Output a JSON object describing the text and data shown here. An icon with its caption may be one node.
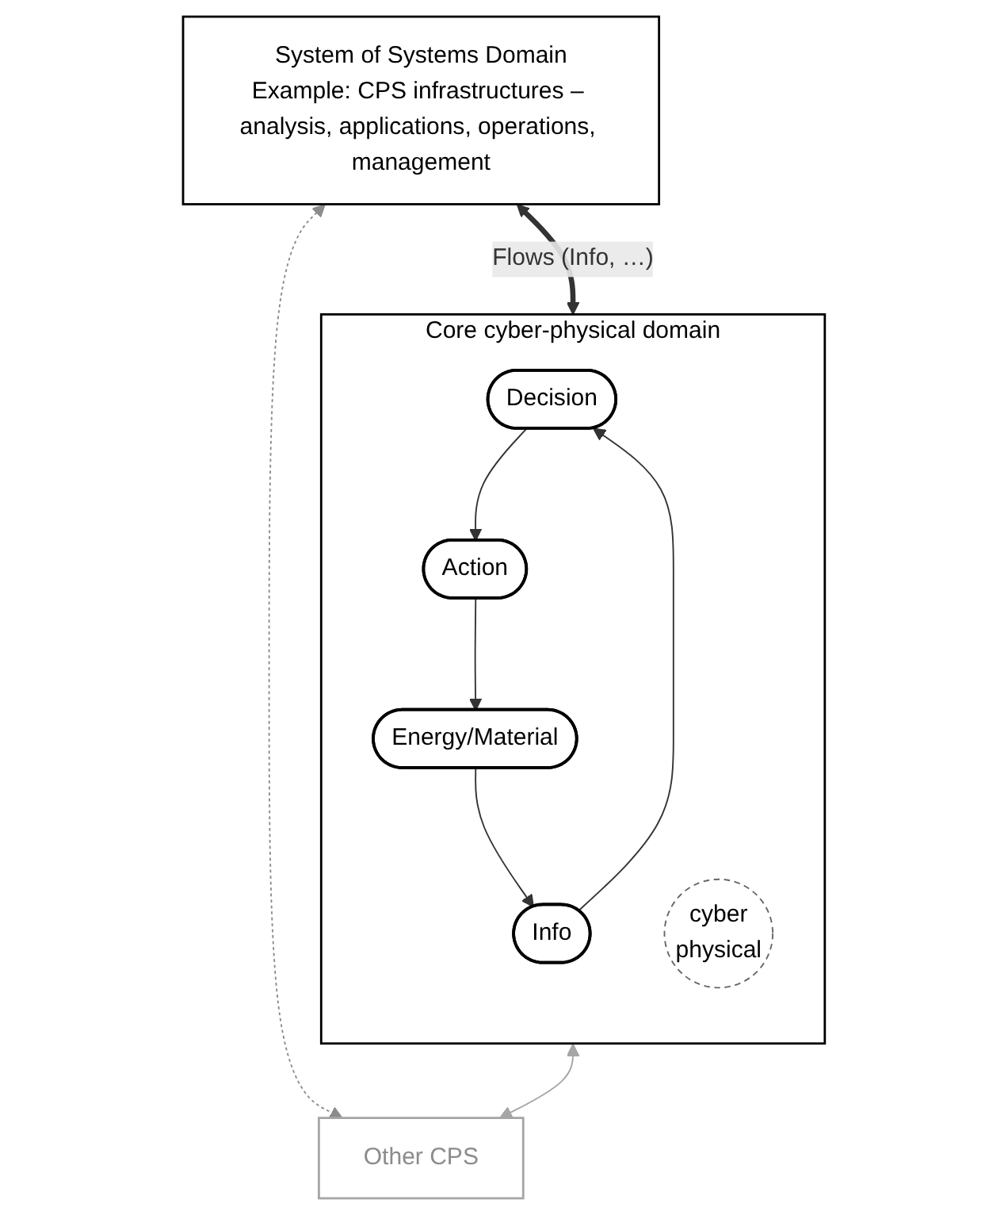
{
  "diagram": {
    "nodes": [
      {
        "text": [
          "System of Systems Domain",
          "Example: CPS infrastructures – analysis, applications, operations, management"
        ]
      },
      {
        "text": [
          "Core cyber-physical domain"
        ]
      },
      {
        "text": [
          "Other CPS"
        ]
      },
      {
        "text": [
          "Decision"
        ],
        "in": 1
      },
      {
        "text": [
          "Info"
        ],
        "in": 1
      },
      {
        "text": [
          "cyber",
          "physical"
        ],
        "in": 1
      },
      {
        "text": [
          "Action"
        ],
        "in": 1
      },
      {
        "text": [
          "Energy/Material"
        ],
        "in": 1
      }
    ],
    "edges": [
      {
        "from": 0,
        "to": 1,
        "arrow": "both",
        "label": "Flows (Info, …)",
        "style": "thick"
      },
      {
        "from": 0,
        "to": 2,
        "arrow": "both",
        "style": "dashed",
        "color": "#8c8c8c"
      },
      {
        "from": 1,
        "to": 2,
        "arrow": "both",
        "color": "#a6a6a6"
      },
      {
        "from": 4,
        "to": 3,
        "arrow": "to"
      },
      {
        "from": 3,
        "to": 6,
        "arrow": "to"
      },
      {
        "from": 6,
        "to": 7,
        "arrow": "to"
      },
      {
        "from": 7,
        "to": 4,
        "arrow": "to"
      }
    ]
  }
}
